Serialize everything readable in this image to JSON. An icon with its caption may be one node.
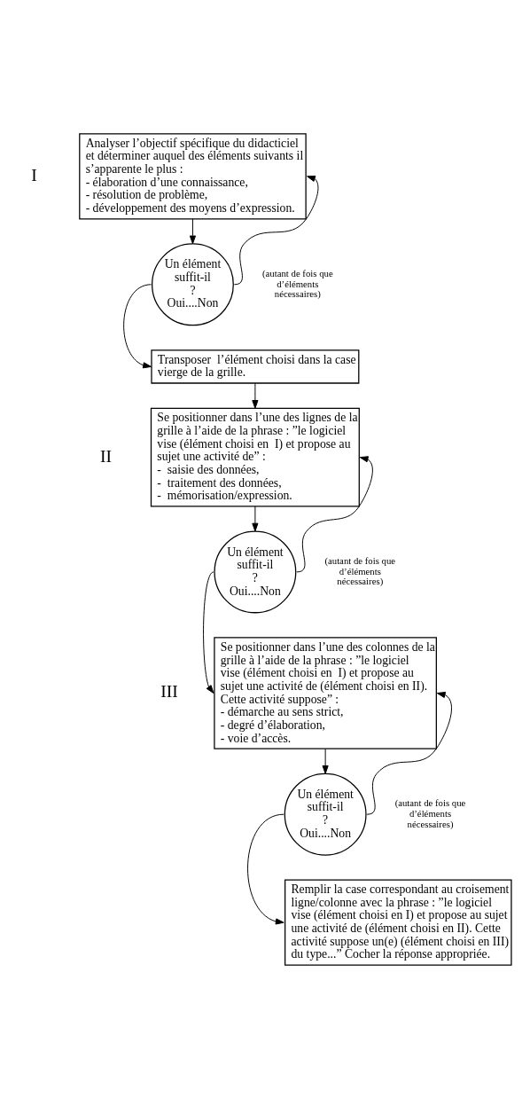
{
  "diagram": {
    "nodes": [
      {
        "text": [
          "Analyser l’objectif spécifique du didacticiel et déterminer auquel des éléments suivants il s’apparente le plus : - élaboration d’une connaissance, - résolution de problème, - développement des moyens d’expression."
        ],
        "beside": [
          "I"
        ]
      },
      {
        "text": [
          "Un élément suffit-il ? Oui....Non"
        ],
        "beside": [
          "(autant de fois que d’éléments nécessaires)"
        ]
      },
      {
        "text": [
          "Transposer  l’élément choisi dans la case vierge de la grille."
        ]
      },
      {
        "text": [
          "Se positionner dans l’une des lignes de la grille à l’aide de la phrase : ”le logiciel vise (élément choisi en  I) et propose au sujet une activité de” : -  saisie des données, -  traitement des données, -  mémorisation/expression."
        ],
        "beside": [
          "II"
        ]
      },
      {
        "text": [
          "Un élément suffit-il ? Oui....Non"
        ],
        "beside": [
          "(autant de fois que d’éléments nécessaires)"
        ]
      },
      {
        "text": [
          "Se positionner dans l’une des colonnes de la grille à l’aide de la phrase : ”le logiciel vise (élément choisi en  I) et propose au sujet une activité de (élément choisi en II). Cette activité suppose” : - démarche au sens strict, - degré d’élaboration, - voie d’accès."
        ],
        "beside": [
          "III"
        ]
      },
      {
        "text": [
          "Un élément suffit-il ? Oui....Non"
        ],
        "beside": [
          "(autant de fois que d’éléments nécessaires)"
        ]
      },
      {
        "text": [
          "Remplir la case correspondant au croisement ligne/colonne avec la phrase : ”le logiciel vise (élément choisi en I) et propose au sujet une activité de (élément choisi en II). Cette activité suppose un(e) (élément choisi en III) du type...” Cocher la réponse appropriée."
        ]
      }
    ],
    "edges": [
      {
        "from": 0,
        "to": 1,
        "arrow": "to"
      },
      {
        "from": 1,
        "to": 2,
        "arrow": "to"
      },
      {
        "from": 1,
        "to": 0,
        "arrow": "to"
      },
      {
        "from": 2,
        "to": 3,
        "arrow": "to"
      },
      {
        "from": 3,
        "to": 4,
        "arrow": "to"
      },
      {
        "from": 4,
        "to": 5,
        "arrow": "to"
      },
      {
        "from": 4,
        "to": 3,
        "arrow": "to"
      },
      {
        "from": 5,
        "to": 6,
        "arrow": "to"
      },
      {
        "from": 6,
        "to": 7,
        "arrow": "to"
      },
      {
        "from": 6,
        "to": 5,
        "arrow": "to"
      }
    ]
  }
}
